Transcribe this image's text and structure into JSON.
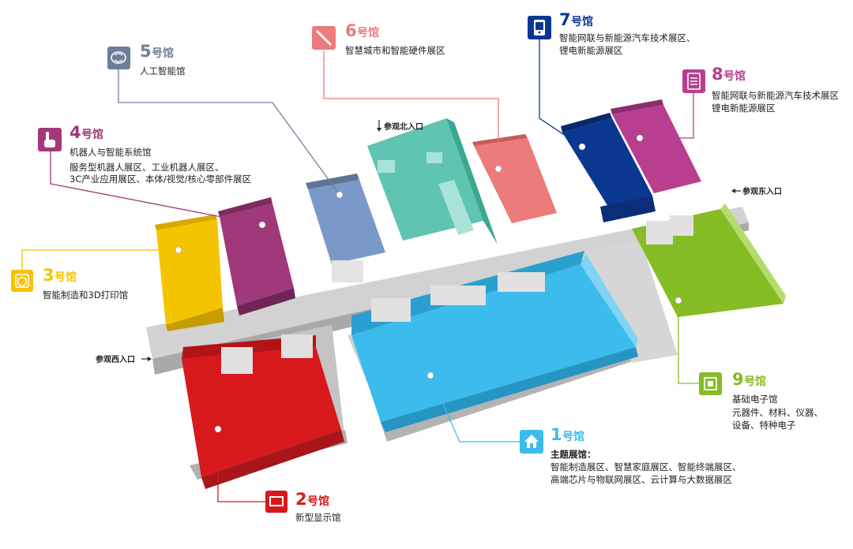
{
  "halls": [
    {
      "id": "1",
      "num": "1",
      "suffix": "号馆",
      "color": "#3bbcec",
      "icon": "house-icon",
      "lines": [
        "主题展馆：",
        "智能制造展区、智慧家庭展区、智能终端展区、",
        "高端芯片与物联网展区、云计算与大数据展区"
      ]
    },
    {
      "id": "2",
      "num": "2",
      "suffix": "号馆",
      "color": "#d7191c",
      "icon": "display-icon",
      "lines": [
        "新型显示馆"
      ]
    },
    {
      "id": "3",
      "num": "3",
      "suffix": "号馆",
      "color": "#f5c400",
      "icon": "printer-3d-icon",
      "lines": [
        "智能制造和3D打印馆"
      ]
    },
    {
      "id": "4",
      "num": "4",
      "suffix": "号馆",
      "color": "#a0387a",
      "icon": "hand-pointer-icon",
      "lines": [
        "机器人与智能系统馆",
        "服务型机器人展区、工业机器人展区、",
        "3C产业应用展区、本体/视觉/核心零部件展区"
      ]
    },
    {
      "id": "5",
      "num": "5",
      "suffix": "号馆",
      "color": "#6b7f9a",
      "icon": "brain-icon",
      "lines": [
        "人工智能馆"
      ]
    },
    {
      "id": "6",
      "num": "6",
      "suffix": "号馆",
      "color": "#ec7b7b",
      "icon": "pen-icon",
      "lines": [
        "智慧城市和智能硬件展区"
      ]
    },
    {
      "id": "7",
      "num": "7",
      "suffix": "号馆",
      "color": "#0a3890",
      "icon": "phone-icon",
      "lines": [
        "智能网联与新能源汽车技术展区、",
        "锂电新能源展区"
      ]
    },
    {
      "id": "8",
      "num": "8",
      "suffix": "号馆",
      "color": "#b83f8f",
      "icon": "document-icon",
      "lines": [
        "智能网联与新能源汽车技术展区",
        "锂电新能源展区"
      ]
    },
    {
      "id": "9",
      "num": "9",
      "suffix": "号馆",
      "color": "#86bc25",
      "icon": "chip-icon",
      "lines": [
        "基础电子馆",
        "元器件、材料、仪器、",
        "设备、特种电子"
      ]
    }
  ],
  "entrances": {
    "north": "参观北入口",
    "east": "参观东入口",
    "west": "参观西入口"
  }
}
